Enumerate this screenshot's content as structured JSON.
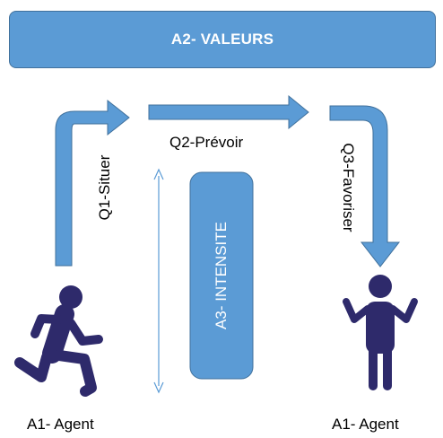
{
  "banner": {
    "label": "A2- VALEURS"
  },
  "intensity": {
    "label": "A3- INTENSITE"
  },
  "arrows": {
    "q1": "Q1-Situer",
    "q2": "Q2-Prévoir",
    "q3": "Q3-Favoriser"
  },
  "agents": {
    "left": "A1- Agent",
    "right": "A1- Agent"
  },
  "icons": [
    "running-person-icon",
    "shrugging-person-icon"
  ],
  "colors": {
    "shape_fill": "#5b9bd5",
    "shape_border": "#41719c",
    "figure": "#2e2a6b",
    "text": "#000000"
  }
}
